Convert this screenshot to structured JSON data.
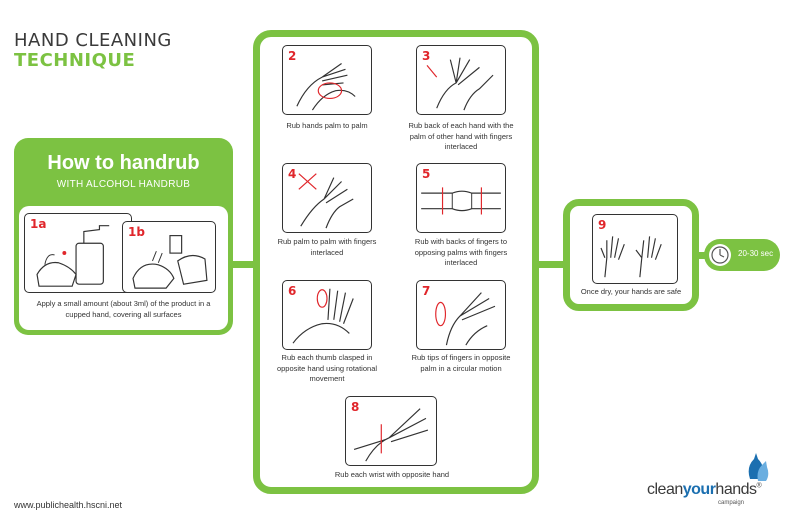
{
  "title": {
    "line1": "HAND CLEANING",
    "line2": "TECHNIQUE"
  },
  "handrub": {
    "heading": "How to handrub",
    "subheading": "WITH ALCOHOL HANDRUB"
  },
  "steps": {
    "s1a": {
      "num": "1a"
    },
    "s1b": {
      "num": "1b"
    },
    "s1_caption": "Apply a small amount (about 3ml) of the product in a cupped hand, covering all surfaces",
    "s2": {
      "num": "2",
      "caption": "Rub hands palm to palm"
    },
    "s3": {
      "num": "3",
      "caption": "Rub back of each hand with the palm of other hand with fingers interlaced"
    },
    "s4": {
      "num": "4",
      "caption": "Rub palm to palm with fingers interlaced"
    },
    "s5": {
      "num": "5",
      "caption": "Rub with backs of fingers to opposing palms with fingers interlaced"
    },
    "s6": {
      "num": "6",
      "caption": "Rub each thumb clasped in opposite hand using rotational movement"
    },
    "s7": {
      "num": "7",
      "caption": "Rub tips of fingers in opposite palm in a circular motion"
    },
    "s8": {
      "num": "8",
      "caption": "Rub each wrist with opposite hand"
    },
    "s9": {
      "num": "9",
      "caption": "Once dry, your hands are safe"
    }
  },
  "timer": {
    "label": "20-30 sec",
    "icon": "clock-icon"
  },
  "footer": {
    "url": "www.publichealth.hscni.net"
  },
  "logo": {
    "part1": "clean",
    "part2": "your",
    "part3": "hands",
    "mark": "®",
    "sub": "campaign"
  },
  "colors": {
    "accent": "#7cc242",
    "step_number": "#e0262b",
    "brand_blue": "#1b6fb0"
  }
}
